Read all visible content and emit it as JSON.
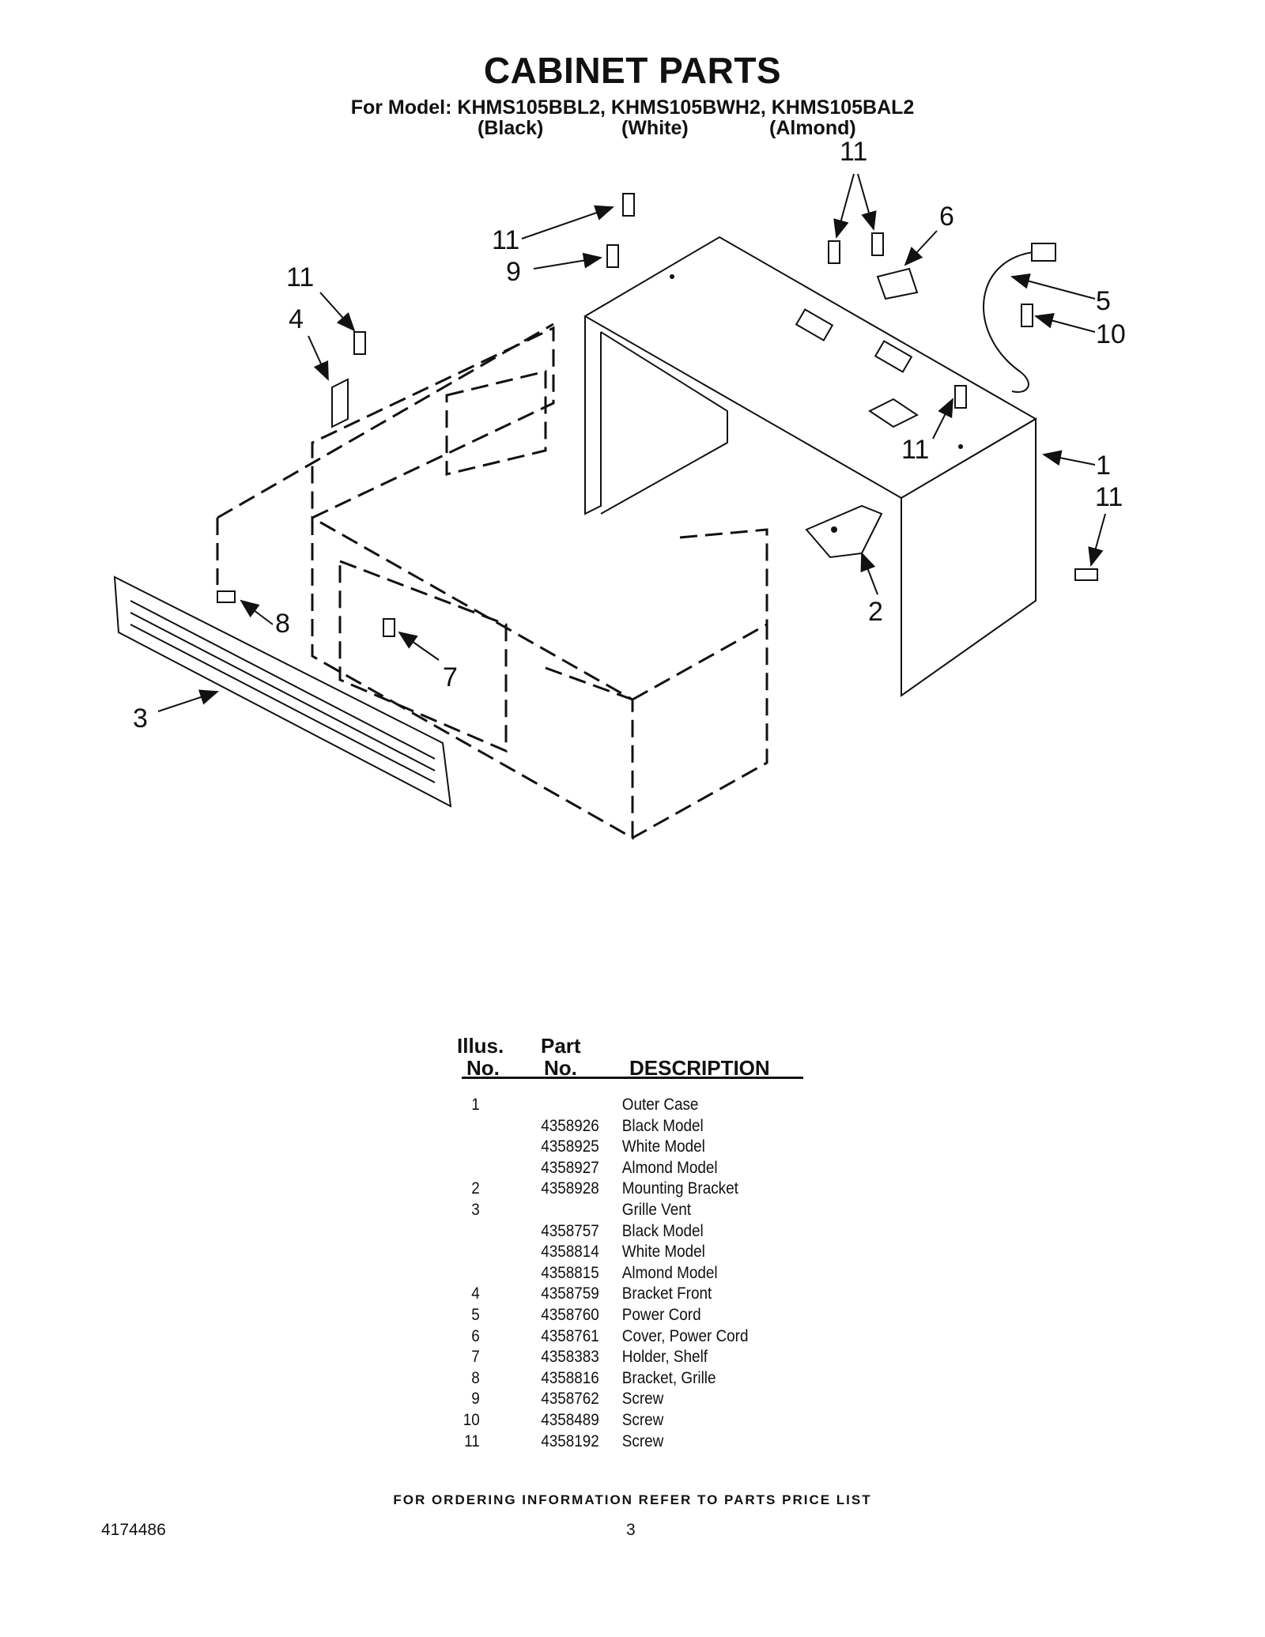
{
  "header": {
    "title": "CABINET PARTS",
    "model_line": "For Model: KHMS105BBL2, KHMS105BWH2, KHMS105BAL2",
    "variants": [
      "(Black)",
      "(White)",
      "(Almond)"
    ]
  },
  "diagram": {
    "callouts": [
      "11",
      "11",
      "9",
      "6",
      "5",
      "10",
      "11",
      "4",
      "11",
      "1",
      "11",
      "2",
      "8",
      "7",
      "3"
    ]
  },
  "table": {
    "headers": {
      "illus_top": "Illus.",
      "illus_bottom": "No.",
      "part_top": "Part",
      "part_bottom": "No.",
      "description": "DESCRIPTION"
    },
    "rows": [
      {
        "no": "1",
        "part": "",
        "desc": "Outer Case"
      },
      {
        "no": "",
        "part": "4358926",
        "desc": "Black Model"
      },
      {
        "no": "",
        "part": "4358925",
        "desc": "White Model"
      },
      {
        "no": "",
        "part": "4358927",
        "desc": "Almond Model"
      },
      {
        "no": "2",
        "part": "4358928",
        "desc": "Mounting Bracket"
      },
      {
        "no": "3",
        "part": "",
        "desc": "Grille Vent"
      },
      {
        "no": "",
        "part": "4358757",
        "desc": "Black Model"
      },
      {
        "no": "",
        "part": "4358814",
        "desc": "White Model"
      },
      {
        "no": "",
        "part": "4358815",
        "desc": "Almond Model"
      },
      {
        "no": "4",
        "part": "4358759",
        "desc": "Bracket Front"
      },
      {
        "no": "5",
        "part": "4358760",
        "desc": "Power Cord"
      },
      {
        "no": "6",
        "part": "4358761",
        "desc": "Cover, Power Cord"
      },
      {
        "no": "7",
        "part": "4358383",
        "desc": "Holder, Shelf"
      },
      {
        "no": "8",
        "part": "4358816",
        "desc": "Bracket, Grille"
      },
      {
        "no": "9",
        "part": "4358762",
        "desc": "Screw"
      },
      {
        "no": "10",
        "part": "4358489",
        "desc": "Screw"
      },
      {
        "no": "11",
        "part": "4358192",
        "desc": "Screw"
      }
    ]
  },
  "footer": {
    "ordering_note": "FOR ORDERING INFORMATION REFER TO PARTS PRICE LIST",
    "document_number": "4174486",
    "page_number": "3"
  }
}
